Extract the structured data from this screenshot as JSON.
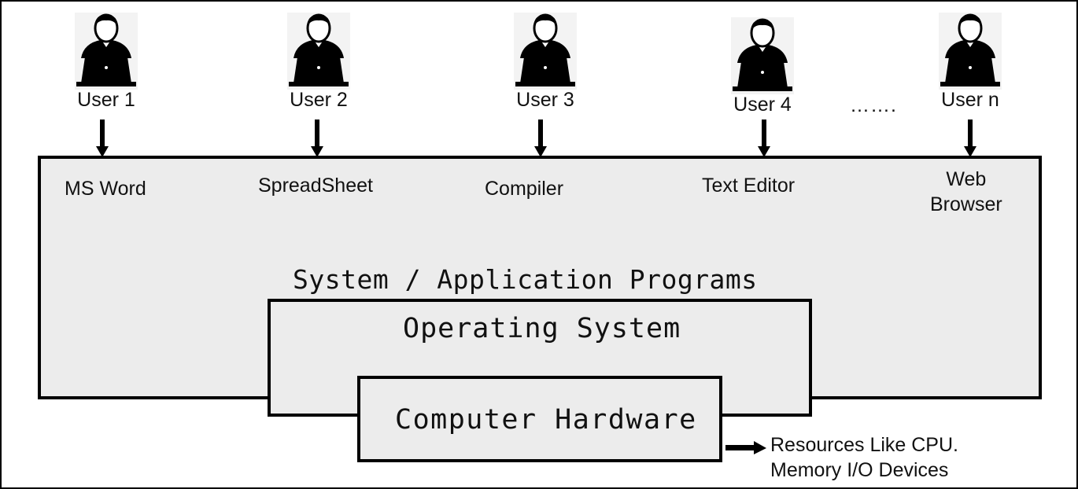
{
  "users": [
    {
      "label": "User 1"
    },
    {
      "label": "User 2"
    },
    {
      "label": "User 3"
    },
    {
      "label": "User 4"
    },
    {
      "label": "User n"
    }
  ],
  "ellipsis": "…….",
  "apps": [
    {
      "label": "MS Word"
    },
    {
      "label": "SpreadSheet"
    },
    {
      "label": "Compiler"
    },
    {
      "label": "Text Editor"
    },
    {
      "label": "Web\nBrowser"
    }
  ],
  "layers": {
    "programs": "System / Application Programs",
    "os": "Operating System",
    "hardware": "Computer Hardware"
  },
  "resources": {
    "line1": "Resources Like CPU.",
    "line2": "Memory I/O Devices"
  },
  "icons": [
    "user-laptop-icon",
    "down-arrow-icon",
    "right-arrow-icon"
  ],
  "colors": {
    "box_fill": "#ececec",
    "stroke": "#000000",
    "background": "#ffffff"
  }
}
